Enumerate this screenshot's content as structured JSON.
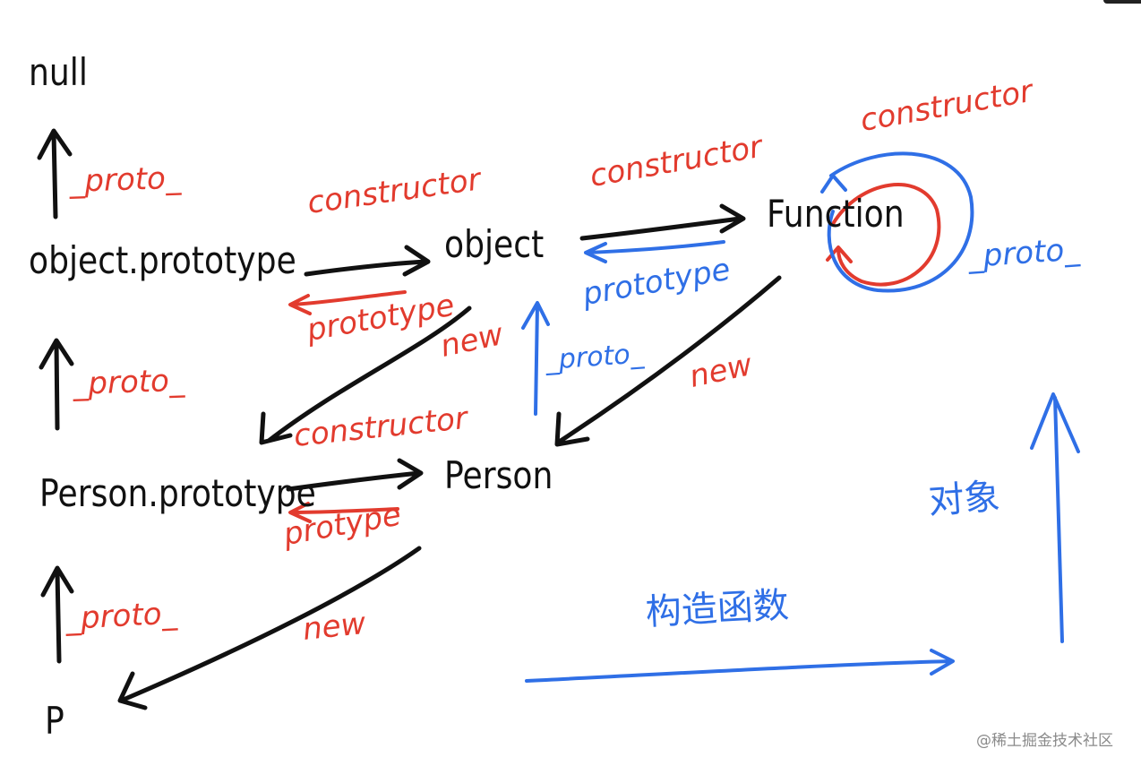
{
  "nodes": {
    "null": "null",
    "object_prototype": "object.prototype",
    "object": "object",
    "function": "Function",
    "person_prototype": "Person.prototype",
    "person": "Person",
    "p": "P"
  },
  "edge_labels": {
    "proto_1": "_proto_",
    "proto_2": "_proto_",
    "proto_3": "_proto_",
    "constructor_1": "constructor",
    "prototype_1": "prototype",
    "constructor_2": "constructor",
    "prototype_2": "prototype",
    "constructor_3": "constructor",
    "protype": "protype",
    "constructor_function": "constructor",
    "new_1": "new",
    "new_2": "new",
    "new_3": "new",
    "proto_object": "_proto_",
    "proto_function": "_proto_"
  },
  "legend": {
    "constructor_axis": "构造函数",
    "object_axis": "对象"
  },
  "watermark": "@稀土掘金技术社区",
  "colors": {
    "ink": "#111111",
    "red": "#e23b2e",
    "blue": "#2f6fe6",
    "background": "#ffffff"
  }
}
